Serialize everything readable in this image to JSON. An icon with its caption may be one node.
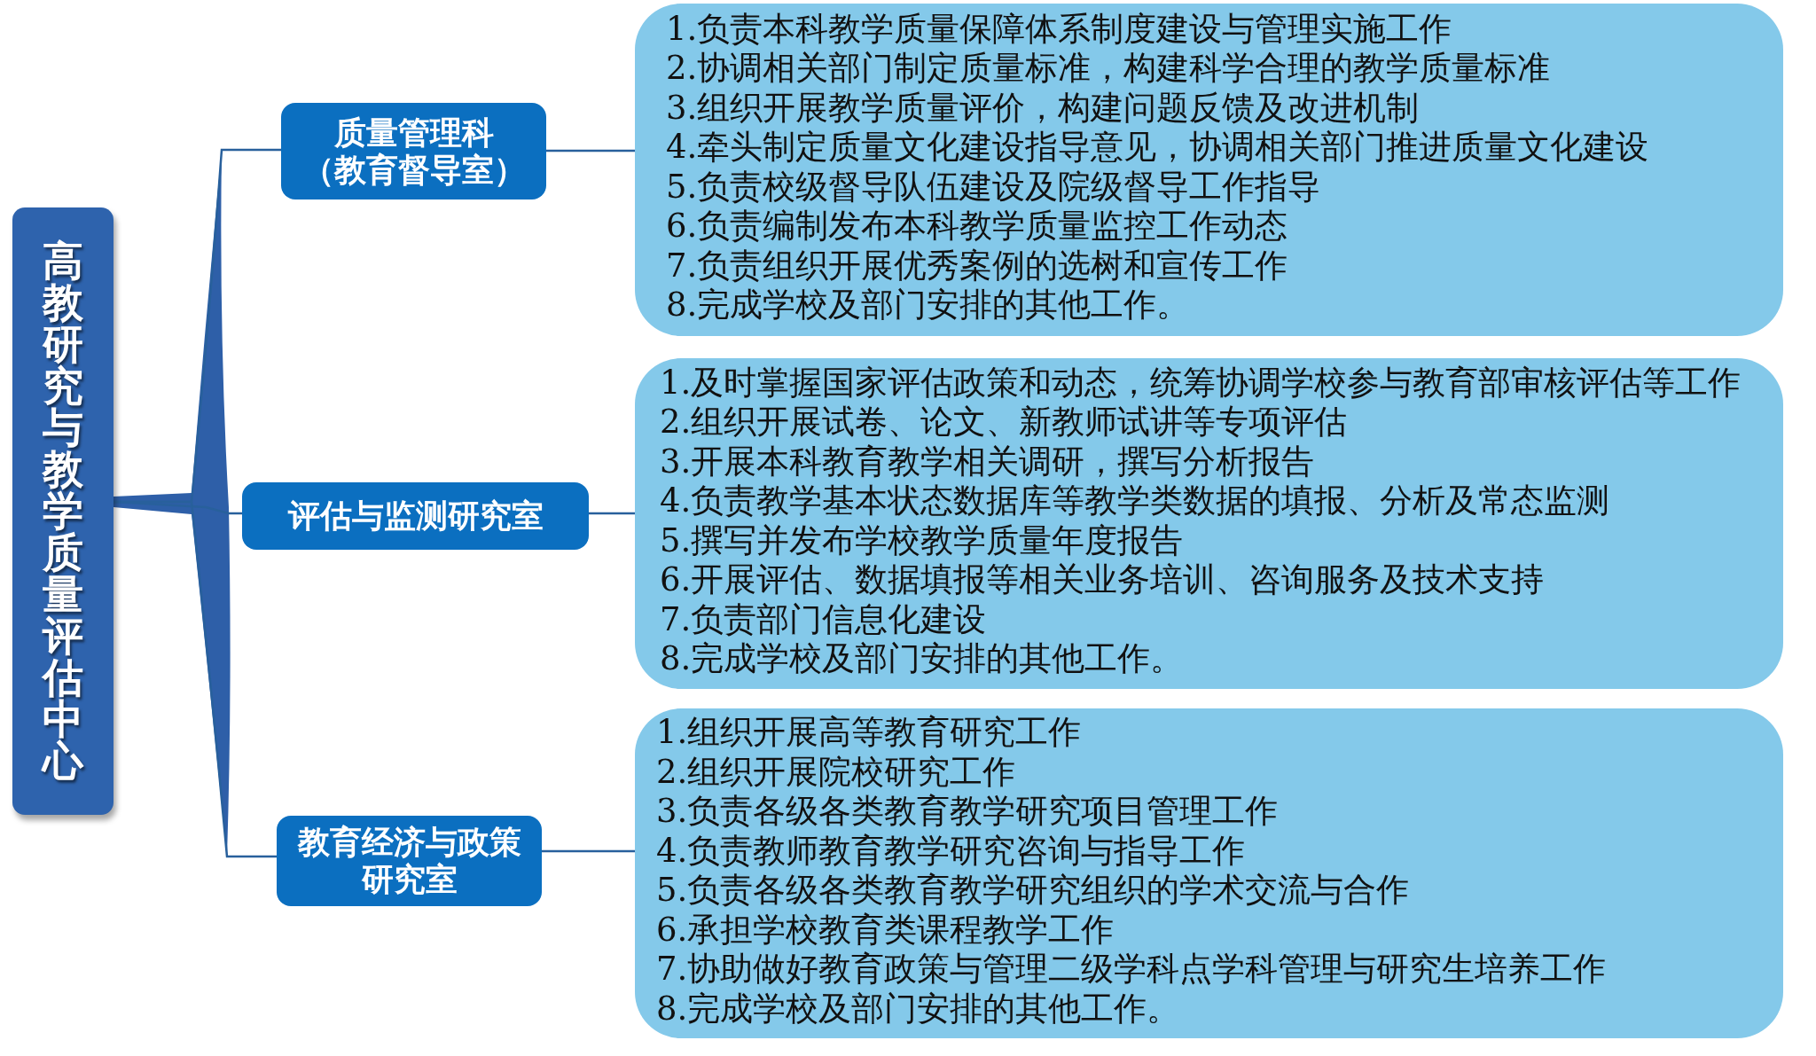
{
  "diagram": {
    "nodes": [
      {
        "text": [
          "高教研究与教学质量评估中心"
        ]
      },
      {
        "text": [
          "质量管理科（教育督导室）"
        ]
      },
      {
        "text": [
          "评估与监测研究室"
        ]
      },
      {
        "text": [
          "教育经济与政策研究室"
        ]
      },
      {
        "text": [
          "1.负责本科教学质量保障体系制度建设与管理实施工作",
          "2.协调相关部门制定质量标准，构建科学合理的教学质量标准",
          "3.组织开展教学质量评价，构建问题反馈及改进机制",
          "4.牵头制定质量文化建设指导意见，协调相关部门推进质量文化建设",
          "5.负责校级督导队伍建设及院级督导工作指导",
          "6.负责编制发布本科教学质量监控工作动态",
          "7.负责组织开展优秀案例的选树和宣传工作",
          "8.完成学校及部门安排的其他工作。"
        ]
      },
      {
        "text": [
          "1.及时掌握国家评估政策和动态，统筹协调学校参与教育部审核评估等工作",
          "2.组织开展试卷、论文、新教师试讲等专项评估",
          "3.开展本科教育教学相关调研，撰写分析报告",
          "4.负责教学基本状态数据库等教学类数据的填报、分析及常态监测",
          "5.撰写并发布学校教学质量年度报告",
          "6.开展评估、数据填报等相关业务培训、咨询服务及技术支持",
          "7.负责部门信息化建设",
          "8.完成学校及部门安排的其他工作。"
        ]
      },
      {
        "text": [
          "1.组织开展高等教育研究工作",
          "2.组织开展院校研究工作",
          "3.负责各级各类教育教学研究项目管理工作",
          "4.负责教师教育教学研究咨询与指导工作",
          "5.负责各级各类教育教学研究组织的学术交流与合作",
          "6.承担学校教育类课程教学工作",
          "7.协助做好教育政策与管理二级学科点学科管理与研究生培养工作",
          "8.完成学校及部门安排的其他工作。"
        ]
      }
    ],
    "edges": [
      {
        "from": 0,
        "to": 1,
        "arrow": "none"
      },
      {
        "from": 0,
        "to": 2,
        "arrow": "none"
      },
      {
        "from": 0,
        "to": 3,
        "arrow": "none"
      },
      {
        "from": 1,
        "to": 4,
        "arrow": "none"
      },
      {
        "from": 2,
        "to": 5,
        "arrow": "none"
      },
      {
        "from": 3,
        "to": 6,
        "arrow": "none"
      }
    ]
  }
}
